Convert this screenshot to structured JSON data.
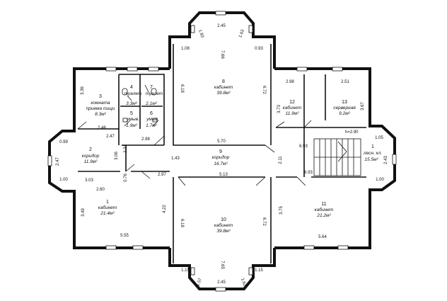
{
  "rooms": [
    {
      "num": "1",
      "name": "кабинет",
      "area": "21.4м²"
    },
    {
      "num": "2",
      "name": "коридор",
      "area": "11.9м²"
    },
    {
      "num": "3",
      "name": "комната приема пищи",
      "name1": "комната",
      "name2": "приема пищи",
      "area": "8.3м²"
    },
    {
      "num": "4",
      "name": "туалет",
      "area": "3.3м²"
    },
    {
      "num": "5",
      "name": "умыв.",
      "area": "1.9м²"
    },
    {
      "num": "6",
      "name": "умыв.",
      "area": "1.7м²"
    },
    {
      "num": "7",
      "name": "туалет",
      "area": "2.1м²"
    },
    {
      "num": "8",
      "name": "кабинет",
      "area": "39.8м²"
    },
    {
      "num": "9",
      "name": "коридор",
      "area": "16.7м²"
    },
    {
      "num": "10",
      "name": "кабинет",
      "area": "39.8м²"
    },
    {
      "num": "11",
      "name": "кабинет",
      "area": "21.2м²"
    },
    {
      "num": "12",
      "name": "кабинет",
      "area": "11.9м²"
    },
    {
      "num": "13",
      "name": "серверная",
      "area": "9.2м²"
    },
    {
      "num": "1",
      "name": "лесн. кл.",
      "area": "15.5м²"
    }
  ],
  "height_note": "h=2.90",
  "dims": {
    "top_bay_width": "2.45",
    "top_bay_left": "1.83",
    "top_bay_right": "1.63",
    "r8_left": "1.08",
    "r8_right": "0.93",
    "r8_height": "7.66",
    "r8_side_left": "6.18",
    "r8_side_right": "6.72",
    "r8_width": "5.70",
    "r3_side": "3.36",
    "r3_width": "2.46",
    "r2_left_bay_top": "0.99",
    "r2_left_bay_mid": "2.47",
    "r2_left_bay_bot": "1.00",
    "r2_width_top": "2.47",
    "r2_height": "3.06",
    "r2_bottom": "3.03",
    "r5_door": "2.31",
    "r5_width": "2.98",
    "corr_width": "1.43",
    "r9_lower": "5.13",
    "r1_top": "2.60",
    "r1_small": "0.76",
    "r1_offset": "2.97",
    "r1_side": "3.49",
    "r1_height": "4.22",
    "r1_width": "5.55",
    "r12_width": "2.98",
    "r13_width": "2.51",
    "r12_height": "3.73",
    "r13_height": "3.67",
    "corr_right": "2.11",
    "stair_width_top": "6.93",
    "stair_width_bot": "6.93",
    "right_bay_top": "1.05",
    "right_bay_mid": "2.43",
    "right_bay_bot": "1.00",
    "r10_side_left": "6.18",
    "r10_side_right": "6.72",
    "r10_height": "7.65",
    "r10_left": "1.15",
    "r10_right": "1.15",
    "bot_bay_left": "1.57",
    "bot_bay_right": "1.62",
    "bot_bay_width": "2.45",
    "r11_side": "3.75",
    "r11_width": "5.64"
  }
}
